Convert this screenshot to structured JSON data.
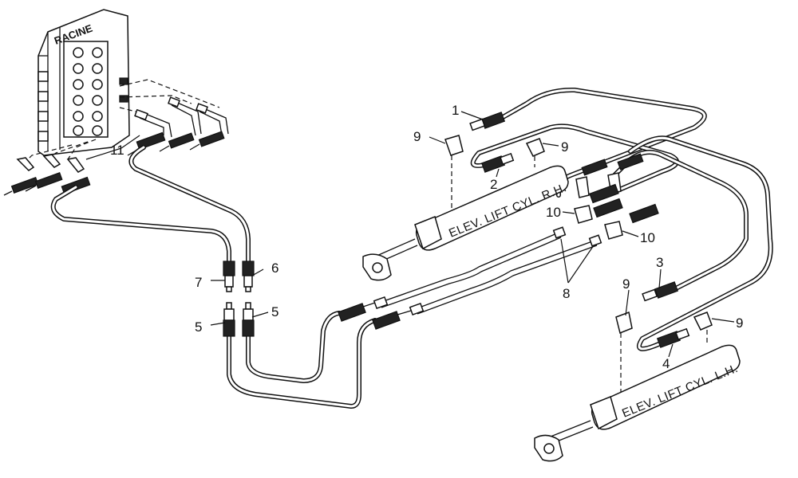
{
  "valve": {
    "brand": "RACINE"
  },
  "cylinders": {
    "rh": "ELEV. LIFT CYL. R.H.",
    "lh": "ELEV. LIFT CYL. L.H."
  },
  "callouts": {
    "c1": "1",
    "c2": "2",
    "c3": "3",
    "c4": "4",
    "c5a": "5",
    "c5b": "5",
    "c6": "6",
    "c7": "7",
    "c8": "8",
    "c9a": "9",
    "c9b": "9",
    "c9c": "9",
    "c9d": "9",
    "c10a": "10",
    "c10b": "10",
    "c11": "11"
  }
}
